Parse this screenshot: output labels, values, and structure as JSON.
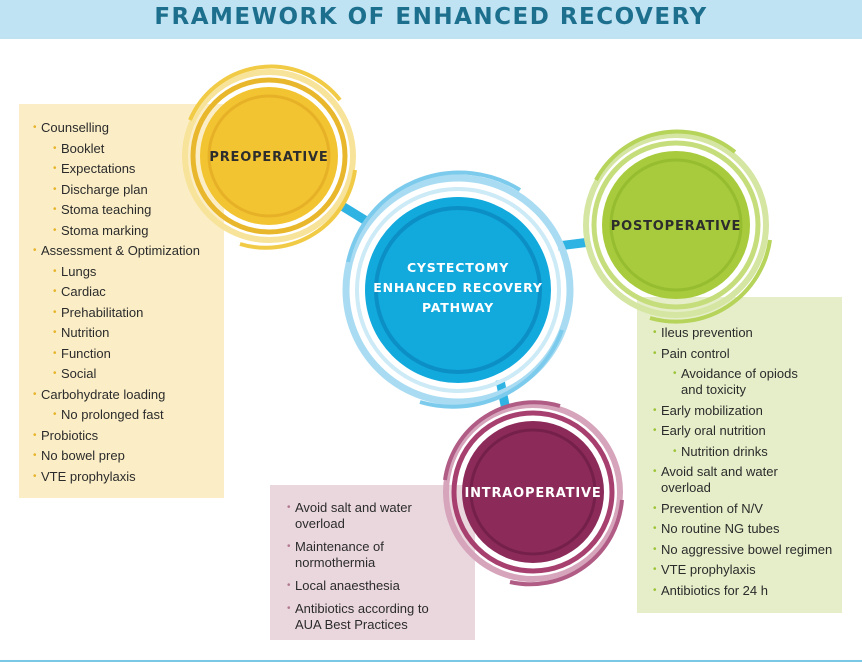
{
  "title": "FRAMEWORK OF ENHANCED RECOVERY",
  "center": {
    "lines": [
      "CYSTECTOMY",
      "ENHANCED RECOVERY",
      "PATHWAY"
    ],
    "color": "#12a9dd"
  },
  "phases": [
    {
      "id": "preoperative",
      "label": "PREOPERATIVE",
      "color": "#f3c431",
      "items": [
        {
          "text": "Counselling",
          "level": 0
        },
        {
          "text": "Booklet",
          "level": 1
        },
        {
          "text": "Expectations",
          "level": 1
        },
        {
          "text": "Discharge plan",
          "level": 1
        },
        {
          "text": "Stoma teaching",
          "level": 1
        },
        {
          "text": "Stoma marking",
          "level": 1
        },
        {
          "text": "Assessment & Optimization",
          "level": 0
        },
        {
          "text": "Lungs",
          "level": 1
        },
        {
          "text": "Cardiac",
          "level": 1
        },
        {
          "text": "Prehabilitation",
          "level": 1
        },
        {
          "text": "Nutrition",
          "level": 1
        },
        {
          "text": "Function",
          "level": 1
        },
        {
          "text": "Social",
          "level": 1
        },
        {
          "text": "Carbohydrate loading",
          "level": 0
        },
        {
          "text": "No prolonged fast",
          "level": 1
        },
        {
          "text": "Probiotics",
          "level": 0
        },
        {
          "text": "No bowel prep",
          "level": 0
        },
        {
          "text": "VTE prophylaxis",
          "level": 0
        }
      ]
    },
    {
      "id": "postoperative",
      "label": "POSTOPERATIVE",
      "color": "#a8cb3d",
      "items": [
        {
          "text": "Ileus prevention",
          "level": 0
        },
        {
          "text": "Pain control",
          "level": 0
        },
        {
          "text": "Avoidance of opiods\nand toxicity",
          "level": 1
        },
        {
          "text": "Early mobilization",
          "level": 0
        },
        {
          "text": "Early oral nutrition",
          "level": 0
        },
        {
          "text": "Nutrition drinks",
          "level": 1
        },
        {
          "text": "Avoid salt and water\noverload",
          "level": 0
        },
        {
          "text": "Prevention of N/V",
          "level": 0
        },
        {
          "text": "No routine NG tubes",
          "level": 0
        },
        {
          "text": "No aggressive bowel regimen",
          "level": 0
        },
        {
          "text": "VTE prophylaxis",
          "level": 0
        },
        {
          "text": "Antibiotics for 24 h",
          "level": 0
        }
      ]
    },
    {
      "id": "intraoperative",
      "label": "INTRAOPERATIVE",
      "color": "#8c2b5a",
      "items": [
        {
          "text": "Avoid salt and water\noverload",
          "level": 0
        },
        {
          "text": "Maintenance of\nnormothermia",
          "level": 0
        },
        {
          "text": "Local anaesthesia",
          "level": 0
        },
        {
          "text": "Antibiotics according to\nAUA Best Practices",
          "level": 0
        }
      ]
    }
  ]
}
